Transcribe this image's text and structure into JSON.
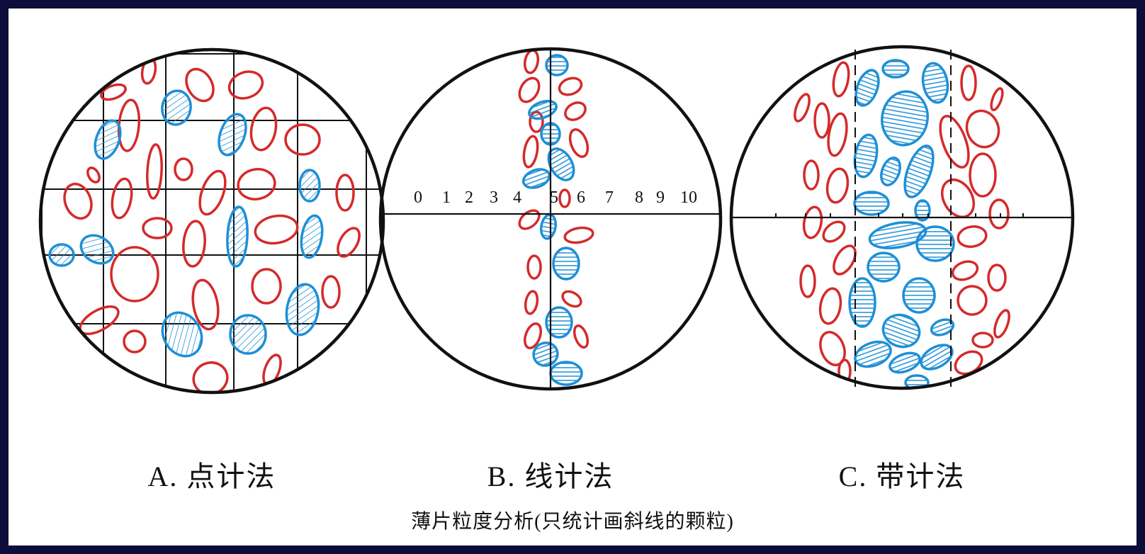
{
  "panels": [
    {
      "label": "A. 点计法"
    },
    {
      "label": "B. 线计法",
      "scale_ticks": [
        "0",
        "1",
        "2",
        "3",
        "4",
        "5",
        "6",
        "7",
        "8",
        "9",
        "10"
      ]
    },
    {
      "label": "C. 带计法"
    }
  ],
  "caption": "薄片粒度分析(只统计画斜线的颗粒)",
  "colors": {
    "background": "#0d0d3a",
    "circle_border": "#111111",
    "uncounted_grain": "#d42a2a",
    "counted_grain": "#1e8fd6",
    "grid_line": "#111111"
  }
}
